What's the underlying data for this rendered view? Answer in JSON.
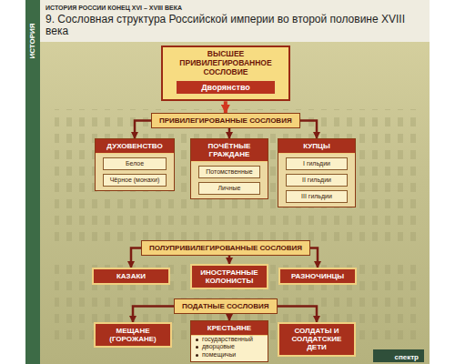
{
  "diagram": {
    "title": "9. Сословная структура Российской империи во второй половине XVIII века",
    "nodes": [
      {
        "text": [
          "ВЫСШЕЕ ПРИВИЛЕГИРОВАННОЕ СОСЛОВИЕ"
        ]
      },
      {
        "text": [
          "Дворянство"
        ],
        "in": 0
      },
      {
        "text": [
          "ПРИВИЛЕГИРОВАННЫЕ СОСЛОВИЯ"
        ]
      },
      {
        "text": [
          "ДУХОВЕНСТВО"
        ]
      },
      {
        "text": [
          "Белое"
        ],
        "in": 3
      },
      {
        "text": [
          "Чёрное (монахи)"
        ],
        "in": 3
      },
      {
        "text": [
          "ПОЧЁТНЫЕ ГРАЖДАНЕ"
        ]
      },
      {
        "text": [
          "Потомственные"
        ],
        "in": 6
      },
      {
        "text": [
          "Личные"
        ],
        "in": 6
      },
      {
        "text": [
          "КУПЦЫ"
        ]
      },
      {
        "text": [
          "I гильдии"
        ],
        "in": 9
      },
      {
        "text": [
          "II гильдии"
        ],
        "in": 9
      },
      {
        "text": [
          "III гильдии"
        ],
        "in": 9
      },
      {
        "text": [
          "ПОЛУПРИВИЛЕГИРОВАННЫЕ СОСЛОВИЯ"
        ]
      },
      {
        "text": [
          "КАЗАКИ"
        ]
      },
      {
        "text": [
          "ИНОСТРАННЫЕ КОЛОНИСТЫ"
        ]
      },
      {
        "text": [
          "РАЗНОЧИНЦЫ"
        ]
      },
      {
        "text": [
          "ПОДАТНЫЕ СОСЛОВИЯ"
        ]
      },
      {
        "text": [
          "МЕЩАНЕ (ГОРОЖАНЕ)"
        ]
      },
      {
        "text": [
          "КРЕСТЬЯНЕ",
          "государственный",
          "дворцовые",
          "помещичьи"
        ]
      },
      {
        "text": [
          "СОЛДАТЫ И СОЛДАТСКИЕ ДЕТИ"
        ]
      }
    ],
    "edges": [
      {
        "from": 0,
        "to": 2,
        "arrow": "to"
      },
      {
        "from": 2,
        "to": 3,
        "arrow": "to"
      },
      {
        "from": 2,
        "to": 6,
        "arrow": "to"
      },
      {
        "from": 2,
        "to": 9,
        "arrow": "to"
      },
      {
        "from": 13,
        "to": 14,
        "arrow": "to"
      },
      {
        "from": 13,
        "to": 15,
        "arrow": "to"
      },
      {
        "from": 13,
        "to": 16,
        "arrow": "to"
      },
      {
        "from": 17,
        "to": 18,
        "arrow": "to"
      },
      {
        "from": 17,
        "to": 19,
        "arrow": "to"
      },
      {
        "from": 17,
        "to": 20,
        "arrow": "to"
      }
    ],
    "labels": [
      "ИСТОРИЯ РОССИИ КОНЕЦ XVI – XVIII ВЕКА",
      "ИСТОРИЯ",
      "спектр"
    ]
  }
}
